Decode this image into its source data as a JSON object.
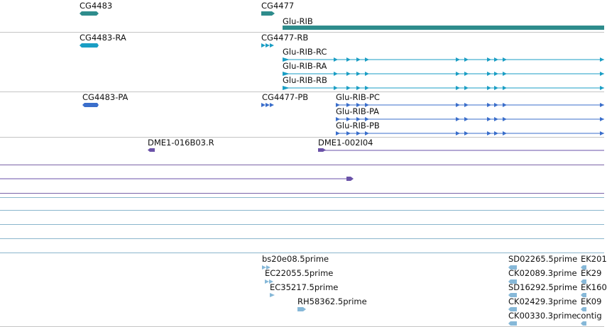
{
  "colors": {
    "gene": "#2e8c8c",
    "mrna": "#1a9ec4",
    "cds": "#3a6ecb",
    "bac": "#6a52a8",
    "est": "#86b8d8",
    "separator": "#c4c4c4"
  },
  "genes": {
    "cg4483": "CG4483",
    "cg4477": "CG4477",
    "glu_rib": "Glu-RIB"
  },
  "transcripts": {
    "cg4483_ra": "CG4483-RA",
    "cg4477_rb": "CG4477-RB",
    "glu_rib_rc": "Glu-RIB-RC",
    "glu_rib_ra": "Glu-RIB-RA",
    "glu_rib_rb": "Glu-RIB-RB"
  },
  "proteins": {
    "cg4483_pa": "CG4483-PA",
    "cg4477_pb": "CG4477-PB",
    "glu_rib_pc": "Glu-RIB-PC",
    "glu_rib_pa": "Glu-RIB-PA",
    "glu_rib_pb": "Glu-RIB-PB"
  },
  "bac_ends": {
    "dme1_016b03": "DME1-016B03.R",
    "dme1_002i04": "DME1-002I04"
  },
  "ests": {
    "bs20e08": "bs20e08.5prime",
    "ec22055": "EC22055.5prime",
    "ec35217": "EC35217.5prime",
    "rh58362": "RH58362.5prime",
    "sd02265": "SD02265.5prime",
    "ek201": "EK201",
    "ck02089": "CK02089.3prime",
    "ek29": "EK29",
    "sd16292": "SD16292.5prime",
    "ek16": "EK160",
    "ck02429": "CK02429.3prime",
    "ek09": "EK09",
    "ck00330": "CK00330.3prime",
    "contig": "contig"
  }
}
